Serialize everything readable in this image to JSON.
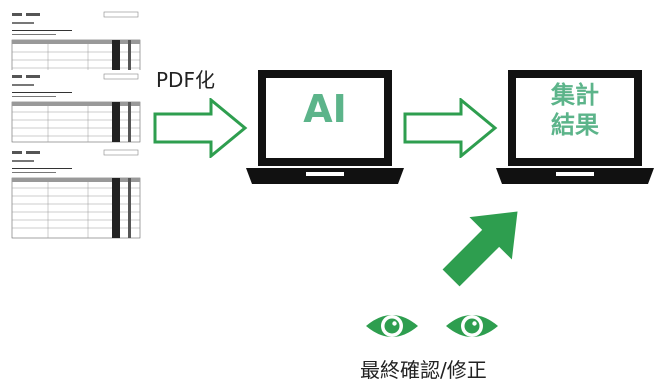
{
  "flow": {
    "pdf_label": "PDF化",
    "ai_label": "AI",
    "result_label_line1": "集計",
    "result_label_line2": "結果",
    "review_label": "最終確認/修正"
  },
  "doc_header": "集計結果",
  "colors": {
    "accent_green": "#2e9e4f",
    "screen_text": "#5cb48a",
    "laptop": "#111111"
  },
  "icons": [
    "document-stack",
    "hollow-arrow-right",
    "laptop",
    "green-arrow-up-right",
    "eye-icon"
  ]
}
